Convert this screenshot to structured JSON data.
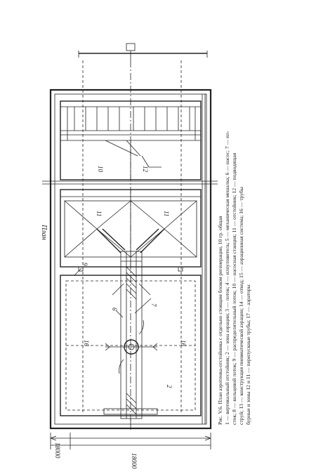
{
  "drawing": {
    "title": "План",
    "dimension": "18000",
    "dimension_outer": "18000",
    "labels": {
      "n2": "2",
      "n6": "6",
      "n7": "7",
      "n9": "9",
      "n10": "10",
      "n11a": "11",
      "n11b": "11",
      "n12": "12",
      "n16a": "16",
      "n16b": "16"
    }
  },
  "caption": {
    "lines": [
      "Рис. V.6. План аэротенка-отстойника с отдельно стоящим блоком регенерации, 10 гр. общая",
      "1 — вертикальный отстойник; 2 — зона аэрации; 3 — лоток; 4 — илоуловитель; 5 — механическая мешалка; 6 — насос; 7 — ил-",
      "сток; 8 — кольцевой лоток; 9 — распределительный лоток; 10 — насосная станция; 11 — отстойник; 12 — подводящая",
      "струй; 13 — конструкция пневматической аэрации; 14 — отвод; 15 — аэрационная система; 16 — трубы",
      "бурные и зоны 12 и 11 — перепускные трубы; 17 — аэраторы"
    ]
  }
}
